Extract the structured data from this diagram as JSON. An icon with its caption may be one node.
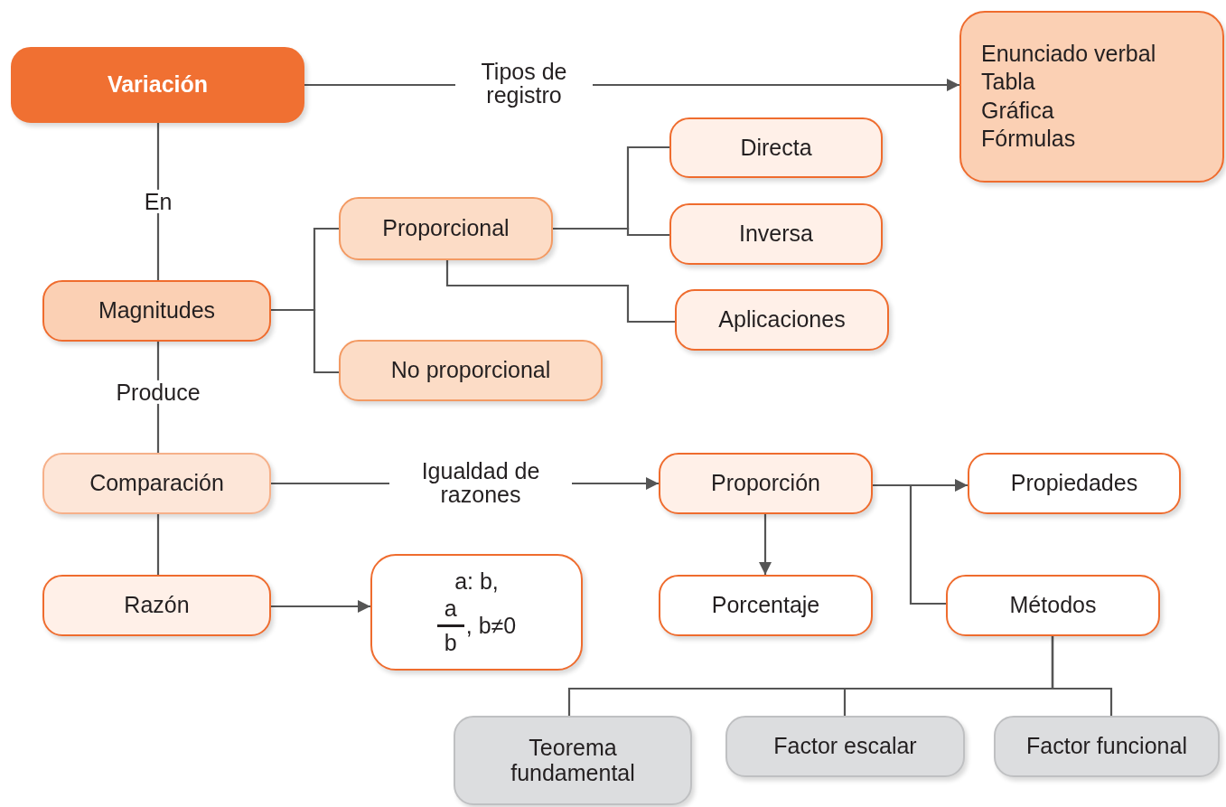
{
  "diagram": {
    "nodes": [
      {
        "text": [
          "Variación"
        ]
      },
      {
        "text": [
          "Enunciado verbal",
          "Tabla",
          "Gráfica",
          "Fórmulas"
        ]
      },
      {
        "text": [
          "Proporcional"
        ]
      },
      {
        "text": [
          "Directa"
        ]
      },
      {
        "text": [
          "Inversa"
        ]
      },
      {
        "text": [
          "Aplicaciones"
        ]
      },
      {
        "text": [
          "Magnitudes"
        ]
      },
      {
        "text": [
          "No proporcional"
        ]
      },
      {
        "text": [
          "Comparación"
        ]
      },
      {
        "text": [
          "Proporción"
        ]
      },
      {
        "text": [
          "Propiedades"
        ]
      },
      {
        "text": [
          "Razón"
        ]
      },
      {
        "text": [
          "a: b,",
          "a",
          "b",
          ", b≠0"
        ]
      },
      {
        "text": [
          "Porcentaje"
        ]
      },
      {
        "text": [
          "Métodos"
        ]
      },
      {
        "text": [
          "Teorema fundamental"
        ]
      },
      {
        "text": [
          "Factor escalar"
        ]
      },
      {
        "text": [
          "Factor funcional"
        ]
      }
    ],
    "edges": [
      {
        "from": 0,
        "to": 1,
        "arrow": "to",
        "label": "Tipos de registro"
      },
      {
        "from": 0,
        "to": 6,
        "arrow": "none",
        "label": "En"
      },
      {
        "from": 6,
        "to": 2,
        "arrow": "none"
      },
      {
        "from": 6,
        "to": 7,
        "arrow": "none"
      },
      {
        "from": 2,
        "to": 3,
        "arrow": "none"
      },
      {
        "from": 2,
        "to": 4,
        "arrow": "none"
      },
      {
        "from": 2,
        "to": 5,
        "arrow": "none"
      },
      {
        "from": 6,
        "to": 8,
        "arrow": "none",
        "label": "Produce"
      },
      {
        "from": 8,
        "to": 9,
        "arrow": "to",
        "label": "Igualdad de razones"
      },
      {
        "from": 8,
        "to": 11,
        "arrow": "none"
      },
      {
        "from": 11,
        "to": 12,
        "arrow": "to"
      },
      {
        "from": 9,
        "to": 10,
        "arrow": "to"
      },
      {
        "from": 9,
        "to": 14,
        "arrow": "none"
      },
      {
        "from": 9,
        "to": 13,
        "arrow": "to"
      },
      {
        "from": 14,
        "to": 15,
        "arrow": "none"
      },
      {
        "from": 14,
        "to": 16,
        "arrow": "none"
      },
      {
        "from": 14,
        "to": 17,
        "arrow": "none"
      }
    ]
  }
}
